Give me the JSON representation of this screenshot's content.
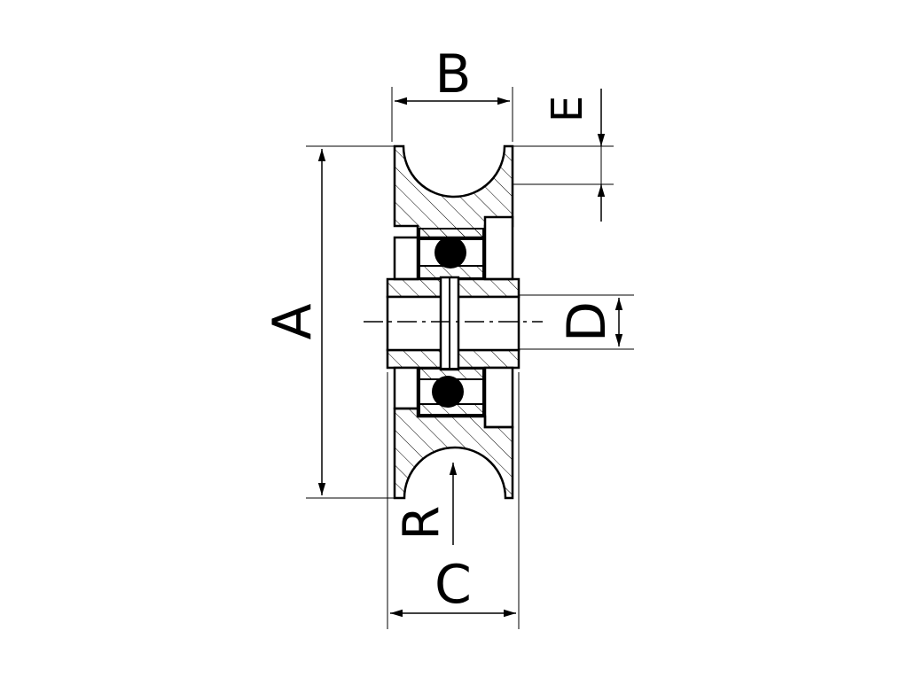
{
  "colors": {
    "line": "#000000",
    "background": "#ffffff"
  },
  "dimensions": {
    "A": "A",
    "B": "B",
    "C": "C",
    "D": "D",
    "E": "E",
    "R": "R"
  }
}
